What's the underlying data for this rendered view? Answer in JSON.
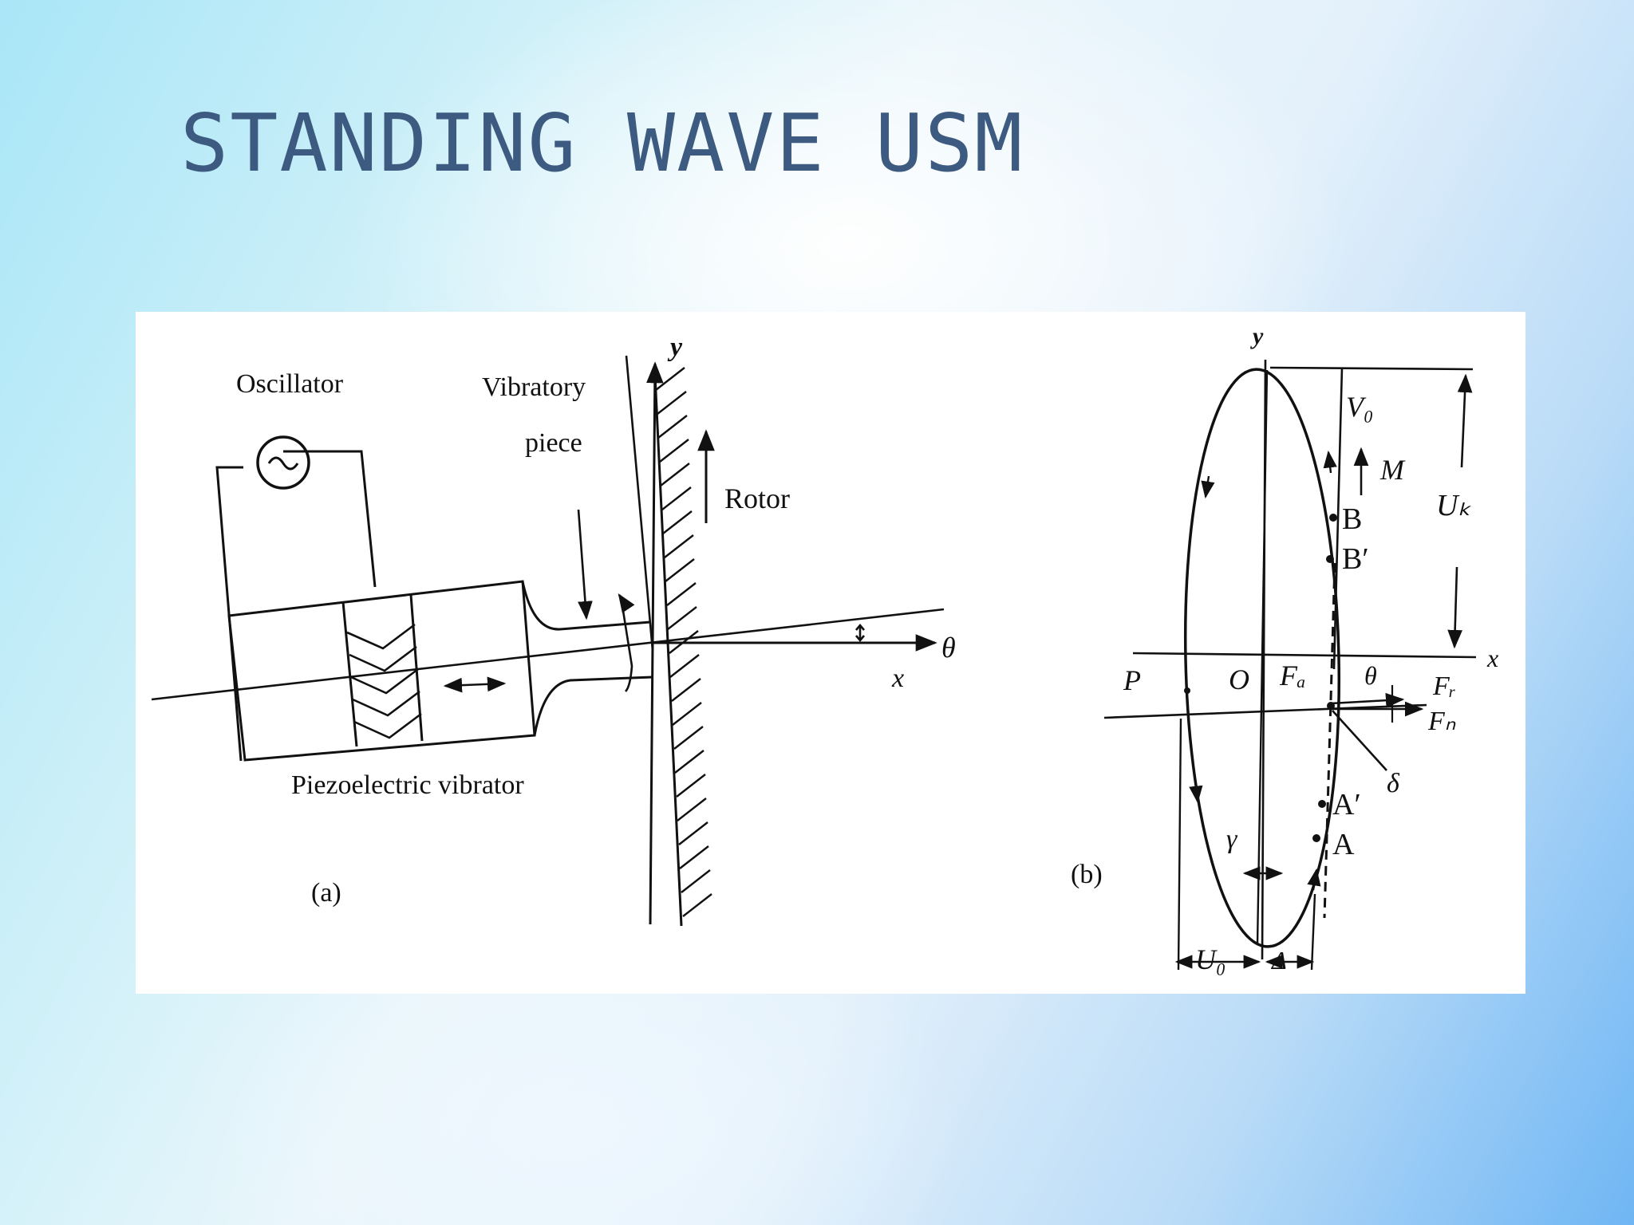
{
  "slide": {
    "title": "STANDING WAVE USM"
  },
  "figure_a": {
    "caption": "(a)",
    "labels": {
      "oscillator": "Oscillator",
      "vibratory": "Vibratory",
      "piece": "piece",
      "rotor": "Rotor",
      "piezo": "Piezoelectric vibrator",
      "y": "y",
      "x": "x",
      "theta": "θ"
    }
  },
  "figure_b": {
    "caption": "(b)",
    "labels": {
      "y": "y",
      "x": "x",
      "v0": "V₀",
      "m": "M",
      "uk": "Uₖ",
      "b": "B",
      "b_prime": "B′",
      "p": "P",
      "o": "O",
      "fa": "Fₐ",
      "theta": "θ",
      "fr": "Fᵣ",
      "fn": "Fₙ",
      "delta_small": "δ",
      "a_prime": "A′",
      "a": "A",
      "gamma": "γ",
      "u0": "U₀",
      "delta_cap": "Δ"
    }
  }
}
